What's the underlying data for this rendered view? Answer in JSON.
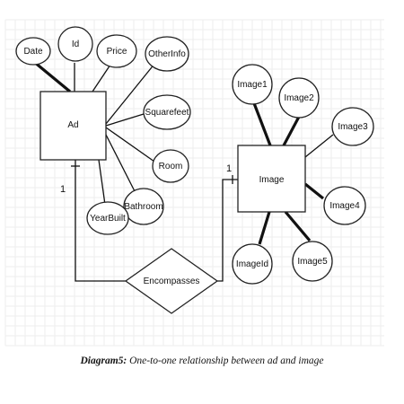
{
  "diagram": {
    "entities": {
      "ad": "Ad",
      "image": "Image"
    },
    "relationship": "Encompasses",
    "cardinality": {
      "ad_side": "1",
      "image_side": "1"
    },
    "ad_attributes": {
      "date": "Date",
      "id": "Id",
      "price": "Price",
      "other_info": "OtherInfo",
      "squarefeet": "Squarefeet",
      "room": "Room",
      "bathroom": "Bathroom",
      "year_built": "YearBuilt"
    },
    "image_attributes": {
      "image1": "Image1",
      "image2": "Image2",
      "image3": "Image3",
      "image4": "Image4",
      "image5": "Image5",
      "image_id": "ImageId"
    }
  },
  "caption": {
    "label": "Diagram5:",
    "text": "One-to-one relationship between ad and image"
  }
}
